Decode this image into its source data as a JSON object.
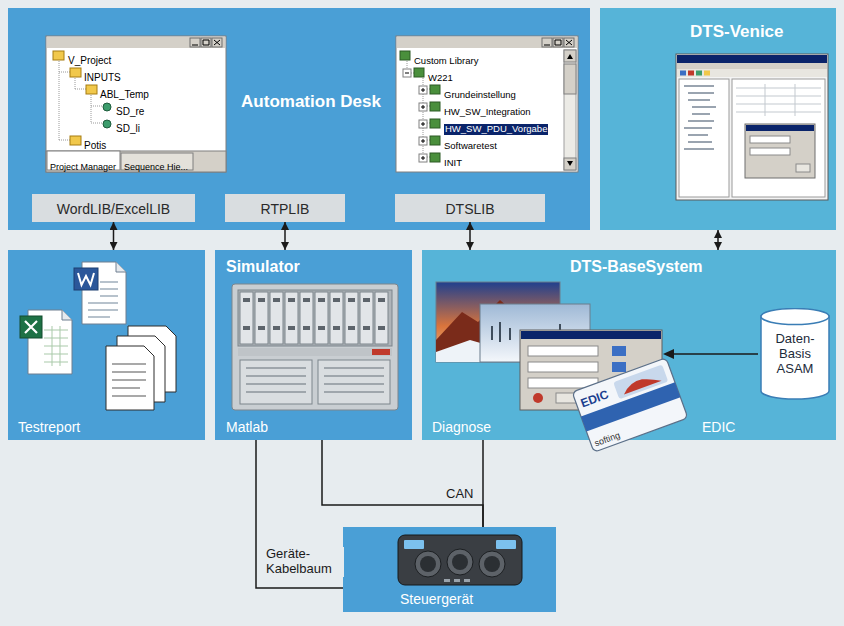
{
  "diagram": {
    "nodes": [
      {
        "text": [
          "Automation Desk"
        ]
      },
      {
        "text": [
          "WordLIB/ExcelLIB"
        ],
        "in": 0
      },
      {
        "text": [
          "RTPLIB"
        ],
        "in": 0
      },
      {
        "text": [
          "DTSLIB"
        ],
        "in": 0
      },
      {
        "text": [
          "DTS-Venice"
        ]
      },
      {
        "text": [
          "Testreport"
        ]
      },
      {
        "text": [
          "Simulator",
          "Matlab"
        ]
      },
      {
        "text": [
          "DTS-BaseSystem",
          "Diagnose",
          "EDIC"
        ]
      },
      {
        "text": [
          "Daten-Basis ASAM"
        ],
        "in": 7
      },
      {
        "text": [
          "Steuergerät"
        ]
      }
    ],
    "edges": [
      {
        "from": 1,
        "to": 5,
        "arrow": "both"
      },
      {
        "from": 2,
        "to": 6,
        "arrow": "both"
      },
      {
        "from": 3,
        "to": 7,
        "arrow": "both"
      },
      {
        "from": 4,
        "to": 7,
        "arrow": "both"
      },
      {
        "from": 6,
        "to": 9,
        "label": "CAN",
        "arrow": "none"
      },
      {
        "from": 7,
        "to": 9,
        "arrow": "none"
      },
      {
        "from": 6,
        "to": 9,
        "label": "Geräte-Kabelbaum",
        "arrow": "none"
      }
    ],
    "labels": [
      "V_Project",
      "INPUTS",
      "ABL_Temp",
      "SD_re",
      "SD_li",
      "Potis",
      "Project Manager",
      "Sequence Hie...",
      "Custom Library",
      "W221",
      "Grundeinstellung",
      "HW_SW_Integration",
      "HW_SW_PDU_Vorgabe",
      "Softwaretest",
      "INIT",
      "EDIC",
      "softing"
    ]
  }
}
